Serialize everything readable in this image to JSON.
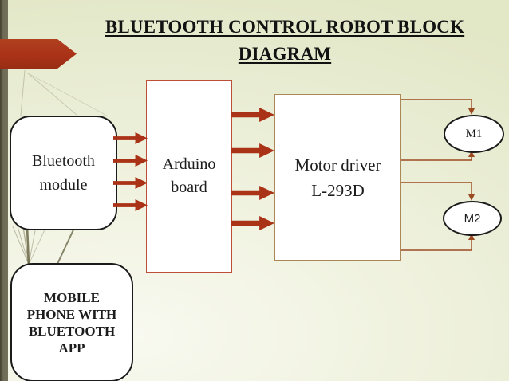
{
  "slide": {
    "title_line1": "BLUETOOTH CONTROL ROBOT BLOCK",
    "title_line2": "DIAGRAM"
  },
  "diagram": {
    "nodes": {
      "bluetooth": {
        "label": "Bluetooth module"
      },
      "arduino": {
        "label": "Arduino board"
      },
      "motor_driver": {
        "label": "Motor driver L-293D"
      },
      "mobile_phone": {
        "label": "MOBILE PHONE WITH BLUETOOTH APP"
      },
      "motor1": {
        "label": "M1"
      },
      "motor2": {
        "label": "M2"
      }
    },
    "edges": [
      {
        "from": "bluetooth",
        "to": "arduino",
        "style": "block-arrows",
        "count": 4
      },
      {
        "from": "arduino",
        "to": "motor_driver",
        "style": "block-arrows",
        "count": 4
      },
      {
        "from": "motor_driver",
        "to": "motor1",
        "style": "elbow-lines",
        "count": 2
      },
      {
        "from": "motor_driver",
        "to": "motor2",
        "style": "elbow-lines",
        "count": 2
      }
    ]
  },
  "colors": {
    "block_arrow": "#a93217",
    "connector_line": "#9c4a21",
    "arduino_border": "#bd4f38",
    "motor_border": "#ab8756",
    "node_border": "#1b1b1b",
    "theme_bar": "#6f6b55",
    "background": "#eef0dc"
  }
}
